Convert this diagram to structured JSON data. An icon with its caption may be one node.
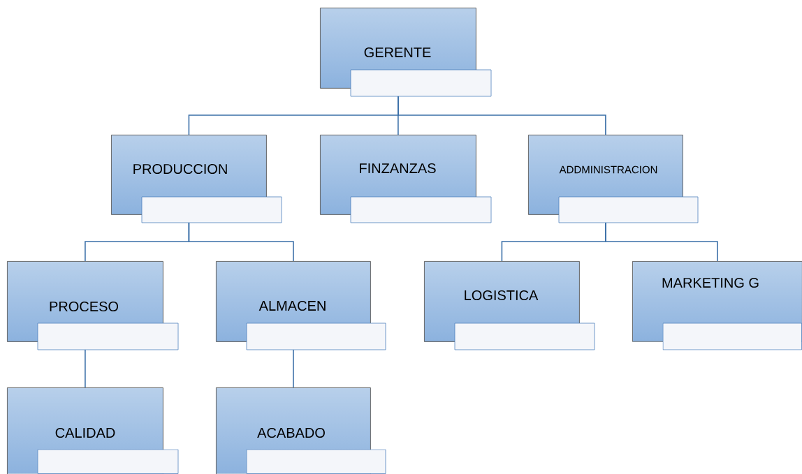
{
  "diagram": {
    "nodes": [
      {
        "text": [
          "GERENTE"
        ]
      },
      {
        "text": [
          "PRODUCCION"
        ]
      },
      {
        "text": [
          "FINZANZAS"
        ]
      },
      {
        "text": [
          "ADDMINISTRACION"
        ]
      },
      {
        "text": [
          "PROCESO"
        ]
      },
      {
        "text": [
          "ALMACEN"
        ]
      },
      {
        "text": [
          "LOGISTICA"
        ]
      },
      {
        "text": [
          "MARKETING G"
        ]
      },
      {
        "text": [
          "CALIDAD"
        ]
      },
      {
        "text": [
          "ACABADO"
        ]
      }
    ],
    "edges": [
      {
        "from": 0,
        "to": 1,
        "arrow": "none"
      },
      {
        "from": 0,
        "to": 2,
        "arrow": "none"
      },
      {
        "from": 0,
        "to": 3,
        "arrow": "none"
      },
      {
        "from": 1,
        "to": 4,
        "arrow": "none"
      },
      {
        "from": 1,
        "to": 5,
        "arrow": "none"
      },
      {
        "from": 3,
        "to": 6,
        "arrow": "none"
      },
      {
        "from": 3,
        "to": 7,
        "arrow": "none"
      },
      {
        "from": 4,
        "to": 8,
        "arrow": "none"
      },
      {
        "from": 5,
        "to": 9,
        "arrow": "none"
      }
    ]
  }
}
